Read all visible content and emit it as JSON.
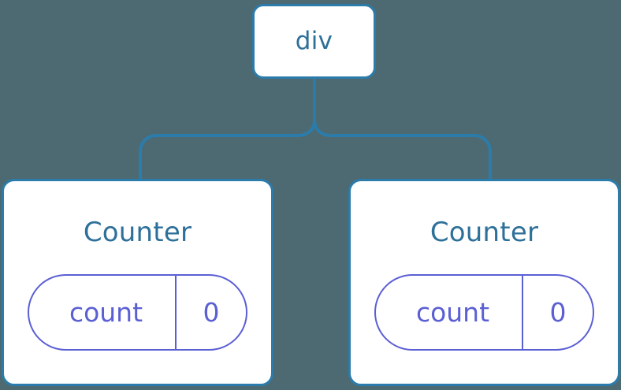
{
  "diagram": {
    "type": "component-tree",
    "background_color": "#4d6a72",
    "node_border_color": "#2b7cab",
    "node_fill_color": "#ffffff",
    "node_label_color": "#2d7099",
    "state_pill_color": "#5b5fd4",
    "connector_color": "#2b7cab",
    "root": {
      "label": "div"
    },
    "children": [
      {
        "label": "Counter",
        "state": {
          "key": "count",
          "value": "0"
        }
      },
      {
        "label": "Counter",
        "state": {
          "key": "count",
          "value": "0"
        }
      }
    ]
  }
}
